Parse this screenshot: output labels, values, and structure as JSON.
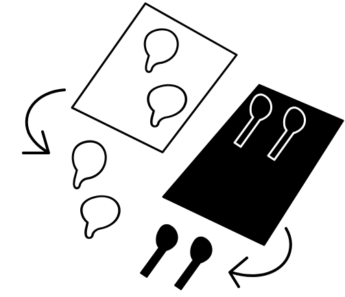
{
  "colors": {
    "ink": "#000000",
    "paper": "#ffffff"
  },
  "icons": [
    "white-card-with-cutouts",
    "black-card-with-cutouts",
    "curved-arrow-left",
    "curved-arrow-right",
    "white-comma-shape",
    "black-keyhole-shape"
  ]
}
